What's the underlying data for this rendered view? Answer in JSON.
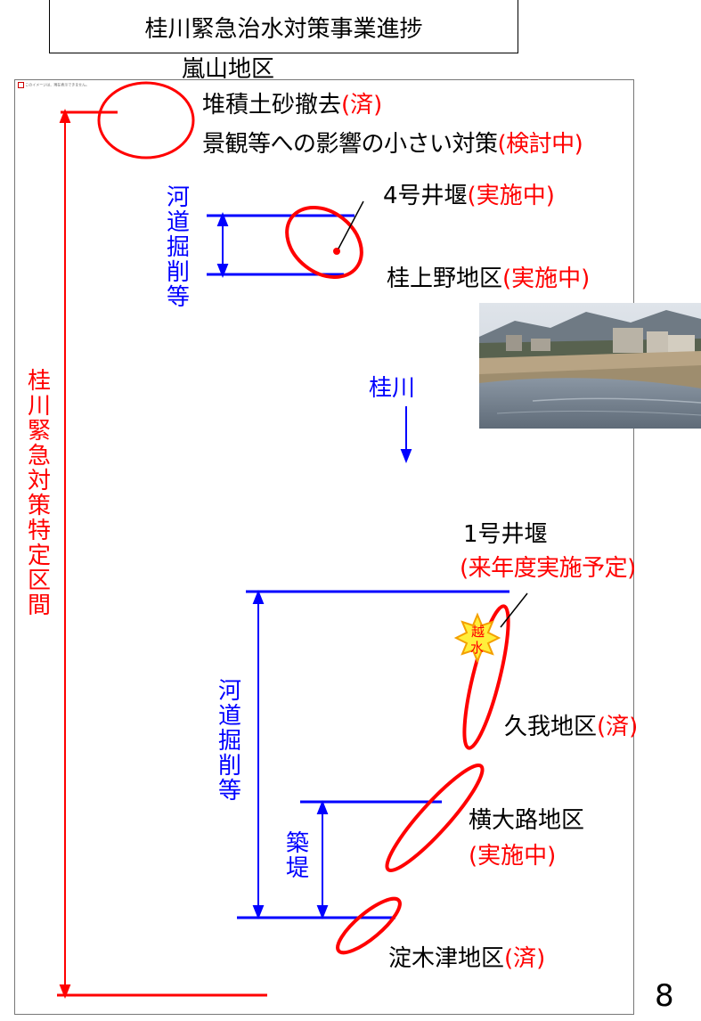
{
  "title": "桂川緊急治水対策事業進捗",
  "broken_image_note": "このイメージは、現在表示できません。",
  "section_label": "桂川緊急対策特定区間",
  "river_name": "桂川",
  "arashiyama": {
    "district": "嵐山地区",
    "item1": "堆積土砂撤去",
    "item1_status": "(済)",
    "item2": "景観等への影響の小さい対策",
    "item2_status": "(検討中)"
  },
  "upper_dredging_label": "河道掘削等",
  "weir4": {
    "name": "4号井堰",
    "status": "(実施中)"
  },
  "katsurakamino": {
    "name": "桂上野地区",
    "status": "(実施中)"
  },
  "weir1": {
    "name": "1号井堰",
    "status": "(来年度実施予定)"
  },
  "overflow_badge": {
    "line1": "越",
    "line2": "水"
  },
  "koga": {
    "name": "久我地区",
    "status": "(済)"
  },
  "lower_dredging_label": "河道掘削等",
  "levee_label": "築堤",
  "yokooji": {
    "name": "横大路地区",
    "status": "(実施中)"
  },
  "yodo": {
    "name": "淀木津地区",
    "status": "(済)"
  },
  "page_number": "8",
  "colors": {
    "red": "#ff0000",
    "blue": "#0000ff",
    "black": "#000000"
  }
}
